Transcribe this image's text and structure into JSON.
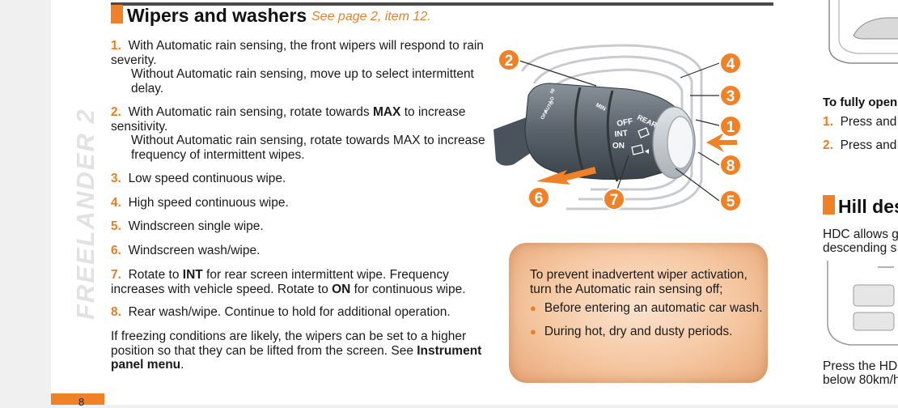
{
  "side_title": "FREELANDER 2",
  "page_number": "8",
  "header": {
    "title": "Wipers and washers",
    "subtitle": "See page 2, item 12."
  },
  "items": [
    {
      "num": "1.",
      "text": "With Automatic rain sensing, the front wipers will respond to rain severity.",
      "extra": "Without Automatic rain sensing, move up to select intermittent delay."
    },
    {
      "num": "2.",
      "text_a": "With Automatic rain sensing, rotate towards ",
      "bold": "MAX",
      "text_b": " to increase sensitivity.",
      "extra": "Without Automatic rain sensing, rotate towards MAX to increase frequency of intermittent wipes."
    },
    {
      "num": "3.",
      "text": "Low speed continuous wipe."
    },
    {
      "num": "4.",
      "text": "High speed continuous wipe."
    },
    {
      "num": "5.",
      "text": "Windscreen single wipe."
    },
    {
      "num": "6.",
      "text": "Windscreen wash/wipe."
    },
    {
      "num": "7.",
      "text_a": "Rotate to ",
      "bold_a": "INT",
      "text_b": " for rear screen intermittent wipe. Frequency increases with vehicle speed. Rotate to ",
      "bold_b": "ON",
      "text_c": " for continuous wipe."
    },
    {
      "num": "8.",
      "text": "Rear wash/wipe. Continue to hold for additional operation."
    }
  ],
  "freezing_note": {
    "text": "If freezing conditions are likely, the wipers can be set to a higher position so that they can be lifted from the screen. See ",
    "bold": "Instrument panel menu",
    "end": "."
  },
  "illustration": {
    "callouts": [
      "1",
      "2",
      "3",
      "4",
      "5",
      "6",
      "7",
      "8"
    ],
    "stalk_labels": {
      "min": "MIN",
      "rear": "REAR",
      "off": "OFF",
      "int": "INT",
      "on": "ON",
      "hi": "HI",
      "lo": "LO",
      "auto": "AUTO",
      "off_small": "OFF"
    },
    "callout_color": "#f08127"
  },
  "note_box": {
    "intro": "To prevent inadvertent wiper activation, turn the Automatic rain sensing off;",
    "bullets": [
      "Before entering an automatic car wash.",
      "During hot, dry and dusty periods."
    ]
  },
  "right_column": {
    "bold_line": "To fully open",
    "steps": [
      {
        "num": "1.",
        "text": "Press and"
      },
      {
        "num": "2.",
        "text": "Press and"
      }
    ],
    "section_title": "Hill des",
    "para_line1": "HDC allows g",
    "para_line2": "descending s",
    "bottom_line1": "Press the HD",
    "bottom_line2": "below 80km/h"
  },
  "colors": {
    "accent": "#f08127",
    "header_rule": "#4a4a4a",
    "note_bg": "#f5c7a1"
  }
}
